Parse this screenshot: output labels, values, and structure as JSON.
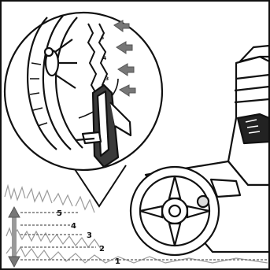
{
  "illustration": {
    "subject": "lawn mower cutting height adjustment lever",
    "detail_callout": "wheel with height lever and notched position scale",
    "height_levels": [
      {
        "label": "1",
        "position": 1
      },
      {
        "label": "2",
        "position": 2
      },
      {
        "label": "3",
        "position": 3
      },
      {
        "label": "4",
        "position": 4
      },
      {
        "label": "5",
        "position": 5
      }
    ],
    "notch_marks": [
      "5",
      "4",
      "3",
      "2"
    ],
    "colors": {
      "line": "#111111",
      "arrow_grey": "#777777",
      "grass_grey": "#9a9a9a",
      "background": "#ffffff"
    }
  }
}
